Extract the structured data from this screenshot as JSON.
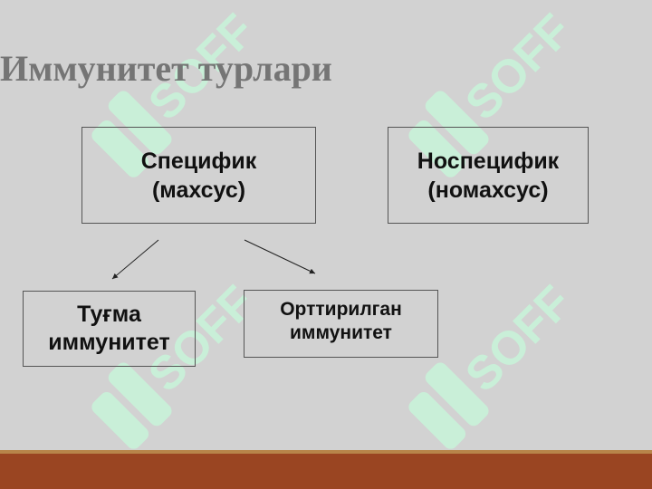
{
  "slide": {
    "title": "Иммунитет турлари"
  },
  "diagram": {
    "specific": {
      "line1": "Специфик",
      "line2": "(махсус)"
    },
    "nonspecific": {
      "line1": "Носпецифик",
      "line2": "(номахсус)"
    },
    "innate": {
      "line1": "Туғма",
      "line2": "иммунитет"
    },
    "acquired": {
      "line1": "Орттирилган",
      "line2": "иммунитет"
    }
  },
  "colors": {
    "background": "#d2d2d2",
    "title": "#757575",
    "footer": "#9a4522",
    "footer_line": "#b8854a",
    "watermark": "#c9efd8"
  },
  "watermark": {
    "text": "SOFF",
    "icon": "soff-logo-icon"
  }
}
